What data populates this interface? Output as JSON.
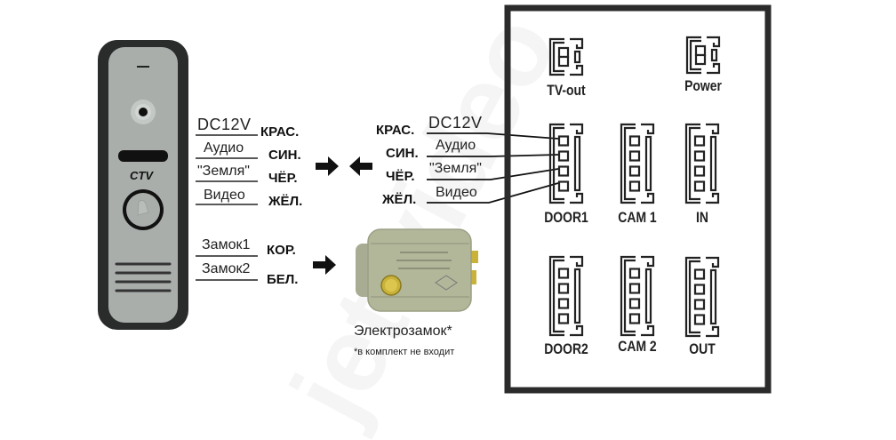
{
  "watermark": "jet-video",
  "door_panel": {
    "brand": "CTV",
    "left_labels": [
      {
        "signal": "DC12V",
        "color": "КРАС."
      },
      {
        "signal": "Аудио",
        "color": "СИН."
      },
      {
        "signal": "\"Земля\"",
        "color": "ЧЁР."
      },
      {
        "signal": "Видео",
        "color": "ЖЁЛ."
      }
    ],
    "lock_labels": [
      {
        "signal": "Замок1",
        "color": "КОР."
      },
      {
        "signal": "Замок2",
        "color": "БЕЛ."
      }
    ]
  },
  "monitor_side": {
    "labels": [
      {
        "color": "КРАС.",
        "signal": "DC12V"
      },
      {
        "color": "СИН.",
        "signal": "Аудио"
      },
      {
        "color": "ЧЁР.",
        "signal": "\"Земля\""
      },
      {
        "color": "ЖЁЛ.",
        "signal": "Видео"
      }
    ]
  },
  "lock": {
    "caption": "Электрозамок*",
    "note": "*в комплект не входит"
  },
  "board": {
    "ports": [
      {
        "name": "TV-out",
        "pins": 2
      },
      {
        "name": "Power",
        "pins": 2
      },
      {
        "name": "DOOR1",
        "pins": 4
      },
      {
        "name": "CAM 1",
        "pins": 4
      },
      {
        "name": "IN",
        "pins": 4
      },
      {
        "name": "DOOR2",
        "pins": 4
      },
      {
        "name": "CAM 2",
        "pins": 4
      },
      {
        "name": "OUT",
        "pins": 4
      }
    ]
  },
  "colors": {
    "board_border": "#2b2b2b",
    "panel_frame": "#2a2c2b",
    "panel_face": "#a9aeab",
    "lock_body": "#b3b79a",
    "lock_brass": "#c9b23a"
  }
}
